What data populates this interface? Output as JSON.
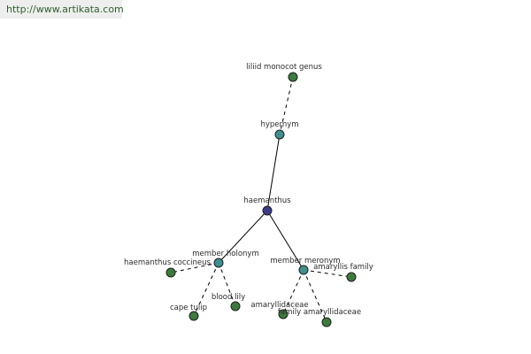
{
  "site_url": "http://www.artikata.com",
  "colors": {
    "center": "#3b3b8c",
    "relation": "#3f8f8f",
    "leaf": "#3d7a3d",
    "url_bg": "#eeeeee",
    "url_text": "#2f5f2f"
  },
  "nodes": [
    {
      "id": "liliid",
      "label": "liliid monocot genus",
      "kind": "leaf"
    },
    {
      "id": "hypernym",
      "label": "hypernym",
      "kind": "relation"
    },
    {
      "id": "center",
      "label": "haemanthus",
      "kind": "center"
    },
    {
      "id": "member-holonym",
      "label": "member holonym",
      "kind": "relation"
    },
    {
      "id": "member-meronym",
      "label": "member meronym",
      "kind": "relation"
    },
    {
      "id": "haemanthus-coccineus",
      "label": "haemanthus coccineus",
      "kind": "leaf"
    },
    {
      "id": "cape-tulip",
      "label": "cape tulip",
      "kind": "leaf"
    },
    {
      "id": "blood-lily",
      "label": "blood lily",
      "kind": "leaf"
    },
    {
      "id": "amaryllis-family",
      "label": "amaryllis family",
      "kind": "leaf"
    },
    {
      "id": "amaryllidaceae",
      "label": "amaryllidaceae",
      "kind": "leaf"
    },
    {
      "id": "family-amaryllidaceae",
      "label": "family amaryllidaceae",
      "kind": "leaf"
    }
  ],
  "edges": [
    {
      "from": "liliid",
      "to": "hypernym",
      "style": "dashed"
    },
    {
      "from": "hypernym",
      "to": "center",
      "style": "solid"
    },
    {
      "from": "center",
      "to": "member-holonym",
      "style": "solid"
    },
    {
      "from": "center",
      "to": "member-meronym",
      "style": "solid"
    },
    {
      "from": "member-holonym",
      "to": "haemanthus-coccineus",
      "style": "dashed"
    },
    {
      "from": "member-holonym",
      "to": "cape-tulip",
      "style": "dashed"
    },
    {
      "from": "member-holonym",
      "to": "blood-lily",
      "style": "dashed"
    },
    {
      "from": "member-meronym",
      "to": "amaryllis-family",
      "style": "dashed"
    },
    {
      "from": "member-meronym",
      "to": "amaryllidaceae",
      "style": "dashed"
    },
    {
      "from": "member-meronym",
      "to": "family-amaryllidaceae",
      "style": "dashed"
    }
  ]
}
